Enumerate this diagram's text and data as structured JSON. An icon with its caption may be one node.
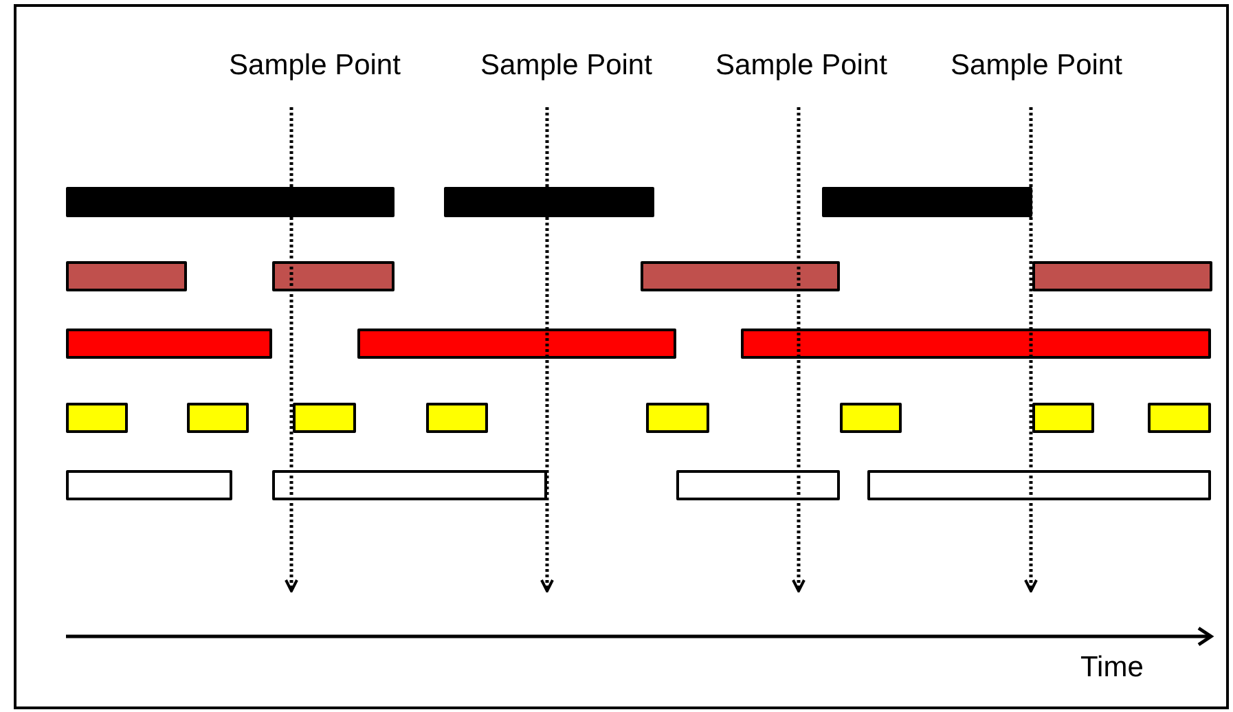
{
  "diagram": {
    "nodes": [
      {
        "text": [
          "Sample Point"
        ]
      },
      {
        "text": [
          "Sample Point"
        ]
      },
      {
        "text": [
          "Sample Point"
        ]
      },
      {
        "text": [
          "Sample Point"
        ]
      },
      {
        "text": [],
        "shape": "bar"
      },
      {
        "text": [],
        "shape": "bar"
      },
      {
        "text": [],
        "shape": "bar"
      },
      {
        "text": [],
        "shape": "bar"
      },
      {
        "text": [],
        "shape": "bar"
      },
      {
        "text": [],
        "shape": "bar"
      },
      {
        "text": [],
        "shape": "bar"
      },
      {
        "text": [],
        "shape": "bar"
      },
      {
        "text": [],
        "shape": "bar"
      },
      {
        "text": [],
        "shape": "bar"
      },
      {
        "text": [],
        "shape": "bar"
      },
      {
        "text": [],
        "shape": "bar"
      },
      {
        "text": [],
        "shape": "bar"
      },
      {
        "text": [],
        "shape": "bar"
      },
      {
        "text": [],
        "shape": "bar"
      },
      {
        "text": [],
        "shape": "bar"
      },
      {
        "text": [],
        "shape": "bar"
      },
      {
        "text": [],
        "shape": "bar"
      },
      {
        "text": [],
        "shape": "bar"
      },
      {
        "text": [],
        "shape": "bar"
      },
      {
        "text": [],
        "shape": "bar"
      },
      {
        "text": [],
        "shape": "bar"
      }
    ],
    "edges": [
      {
        "from": 0,
        "to": null,
        "arrow": "to",
        "style": "dashed"
      },
      {
        "from": 1,
        "to": null,
        "arrow": "to",
        "style": "dashed"
      },
      {
        "from": 2,
        "to": null,
        "arrow": "to",
        "style": "dashed"
      },
      {
        "from": 3,
        "to": null,
        "arrow": "to",
        "style": "dashed"
      }
    ],
    "labels": [
      "Time"
    ]
  }
}
